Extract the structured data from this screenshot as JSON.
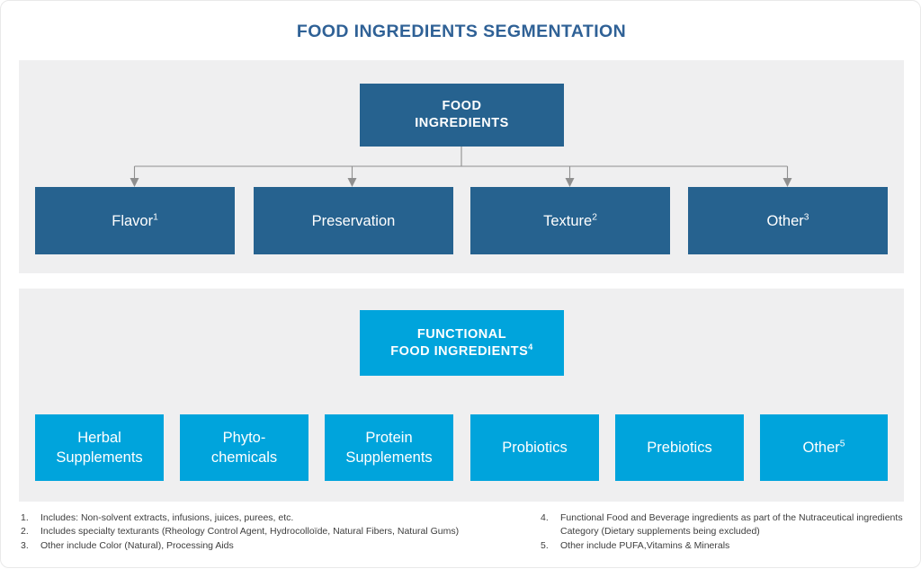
{
  "page": {
    "title": "FOOD INGREDIENTS SEGMENTATION",
    "background_color": "#ffffff",
    "panel_color": "#efeff0",
    "title_color": "#2f6196",
    "dark_blue": "#26628f",
    "cyan_blue": "#00a4dc",
    "connector_color": "#8f8f8f"
  },
  "sections": [
    {
      "id": "food-ingredients",
      "root": {
        "line1": "FOOD",
        "line2": "INGREDIENTS",
        "superscript": "",
        "color": "#26628f"
      },
      "children": [
        {
          "line1": "Flavor",
          "line2": "",
          "superscript": "1",
          "color": "#26628f"
        },
        {
          "line1": "Preservation",
          "line2": "",
          "superscript": "",
          "color": "#26628f"
        },
        {
          "line1": "Texture",
          "line2": "",
          "superscript": "2",
          "color": "#26628f"
        },
        {
          "line1": "Other",
          "line2": "",
          "superscript": "3",
          "color": "#26628f"
        }
      ]
    },
    {
      "id": "functional-food-ingredients",
      "root": {
        "line1": "FUNCTIONAL",
        "line2": "FOOD INGREDIENTS",
        "superscript": "4",
        "color": "#00a4dc"
      },
      "children": [
        {
          "line1": "Herbal",
          "line2": "Supplements",
          "superscript": "",
          "color": "#00a4dc"
        },
        {
          "line1": "Phyto-",
          "line2": "chemicals",
          "superscript": "",
          "color": "#00a4dc"
        },
        {
          "line1": "Protein",
          "line2": "Supplements",
          "superscript": "",
          "color": "#00a4dc"
        },
        {
          "line1": "Probiotics",
          "line2": "",
          "superscript": "",
          "color": "#00a4dc"
        },
        {
          "line1": "Prebiotics",
          "line2": "",
          "superscript": "",
          "color": "#00a4dc"
        },
        {
          "line1": "Other",
          "line2": "",
          "superscript": "5",
          "color": "#00a4dc"
        }
      ]
    }
  ],
  "footnotes": {
    "left": [
      {
        "num": "1.",
        "text": "Includes: Non-solvent extracts, infusions, juices, purees, etc."
      },
      {
        "num": "2.",
        "text": "Includes specialty texturants (Rheology Control Agent, Hydrocolloïde, Natural Fibers, Natural Gums)"
      },
      {
        "num": "3.",
        "text": "Other include Color (Natural), Processing Aids"
      }
    ],
    "right": [
      {
        "num": "4.",
        "text": "Functional Food and Beverage ingredients as part of the Nutraceutical ingredients Category (Dietary supplements being excluded)"
      },
      {
        "num": "5.",
        "text": "Other include PUFA,Vitamins & Minerals"
      }
    ]
  }
}
